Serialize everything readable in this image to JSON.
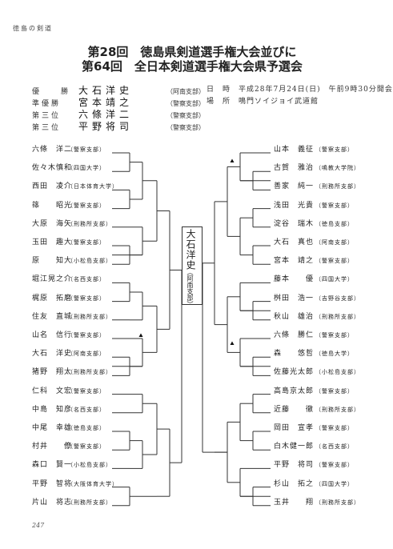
{
  "header_tag": "徳島の剣道",
  "title_line1": "第28回　徳島県剣道選手権大会並びに",
  "title_line2": "第64回　全日本剣道選手権大会県予選会",
  "results": [
    {
      "rank": "優　　勝",
      "name": "大石洋史",
      "affil": "（阿南支部）"
    },
    {
      "rank": "準優勝",
      "name": "宮本靖之",
      "affil": "（警察支部）"
    },
    {
      "rank": "第三位",
      "name": "六條洋二",
      "affil": "（警察支部）"
    },
    {
      "rank": "第三位",
      "name": "平野将司",
      "affil": "（警察支部）"
    }
  ],
  "event_info": {
    "date_label": "日　時",
    "date_value": "平成28年7月24日(日)　午前9時30分開会",
    "venue_label": "場　所",
    "venue_value": "鳴門ソイジョイ武道館"
  },
  "champion": {
    "name": "大石洋史",
    "affil": "（阿南支部）"
  },
  "left_players": [
    {
      "name": "六條　洋二",
      "affil": "（警察支部）"
    },
    {
      "name": "佐々木慎和",
      "affil": "（四国大学）"
    },
    {
      "name": "西田　凌介",
      "affil": "（日本体育大学）"
    },
    {
      "name": "篠　　昭光",
      "affil": "（警察支部）"
    },
    {
      "name": "大原　海矢",
      "affil": "（刑務所支部）"
    },
    {
      "name": "玉田　趣大",
      "affil": "（警察支部）"
    },
    {
      "name": "原　　知大",
      "affil": "（小松島支部）"
    },
    {
      "name": "堀江晃之介",
      "affil": "（名西支部）"
    },
    {
      "name": "梶原　拓磨",
      "affil": "（警察支部）"
    },
    {
      "name": "住友　直城",
      "affil": "（刑務所支部）"
    },
    {
      "name": "山名　信行",
      "affil": "（警察支部）"
    },
    {
      "name": "大石　洋史",
      "affil": "（阿南支部）"
    },
    {
      "name": "猪野　翔太",
      "affil": "（刑務所支部）"
    },
    {
      "name": "仁科　文宏",
      "affil": "（警察支部）"
    },
    {
      "name": "中島　知彦",
      "affil": "（名西支部）"
    },
    {
      "name": "中尾　幸雄",
      "affil": "（徳島支部）"
    },
    {
      "name": "村井　　僚",
      "affil": "（警察支部）"
    },
    {
      "name": "森口　賢一",
      "affil": "（小松島支部）"
    },
    {
      "name": "平野　智将",
      "affil": "（大阪体育大学）"
    },
    {
      "name": "片山　将志",
      "affil": "（刑務所支部）"
    }
  ],
  "right_players": [
    {
      "name": "山本　義征",
      "affil": "（警察支部）"
    },
    {
      "name": "古賀　雅治",
      "affil": "（鳴教大学院）"
    },
    {
      "name": "善家　純一",
      "affil": "（刑務所支部）"
    },
    {
      "name": "浅田　光貴",
      "affil": "（警察支部）"
    },
    {
      "name": "淀谷　瑞木",
      "affil": "（徳島支部）"
    },
    {
      "name": "大石　真也",
      "affil": "（阿南支部）"
    },
    {
      "name": "宮本　靖之",
      "affil": "（警察支部）"
    },
    {
      "name": "藤本　　優",
      "affil": "（四国大学）"
    },
    {
      "name": "桝田　浩一",
      "affil": "（吉野谷支部）"
    },
    {
      "name": "秋山　雄治",
      "affil": "（刑務所支部）"
    },
    {
      "name": "六條　勝仁",
      "affil": "（警察支部）"
    },
    {
      "name": "森　　悠哲",
      "affil": "（徳島大学）"
    },
    {
      "name": "佐藤光太郎",
      "affil": "（小松島支部）"
    },
    {
      "name": "高島京太郎",
      "affil": "（警察支部）"
    },
    {
      "name": "近藤　　徹",
      "affil": "（刑務所支部）"
    },
    {
      "name": "岡田　宣孝",
      "affil": "（警察支部）"
    },
    {
      "name": "白木健一郎",
      "affil": "（名西支部）"
    },
    {
      "name": "平野　将司",
      "affil": "（警察支部）"
    },
    {
      "name": "杉山　拓之",
      "affil": "（四国大学）"
    },
    {
      "name": "玉井　　翔",
      "affil": "（刑務所支部）"
    }
  ],
  "page_number": "247"
}
